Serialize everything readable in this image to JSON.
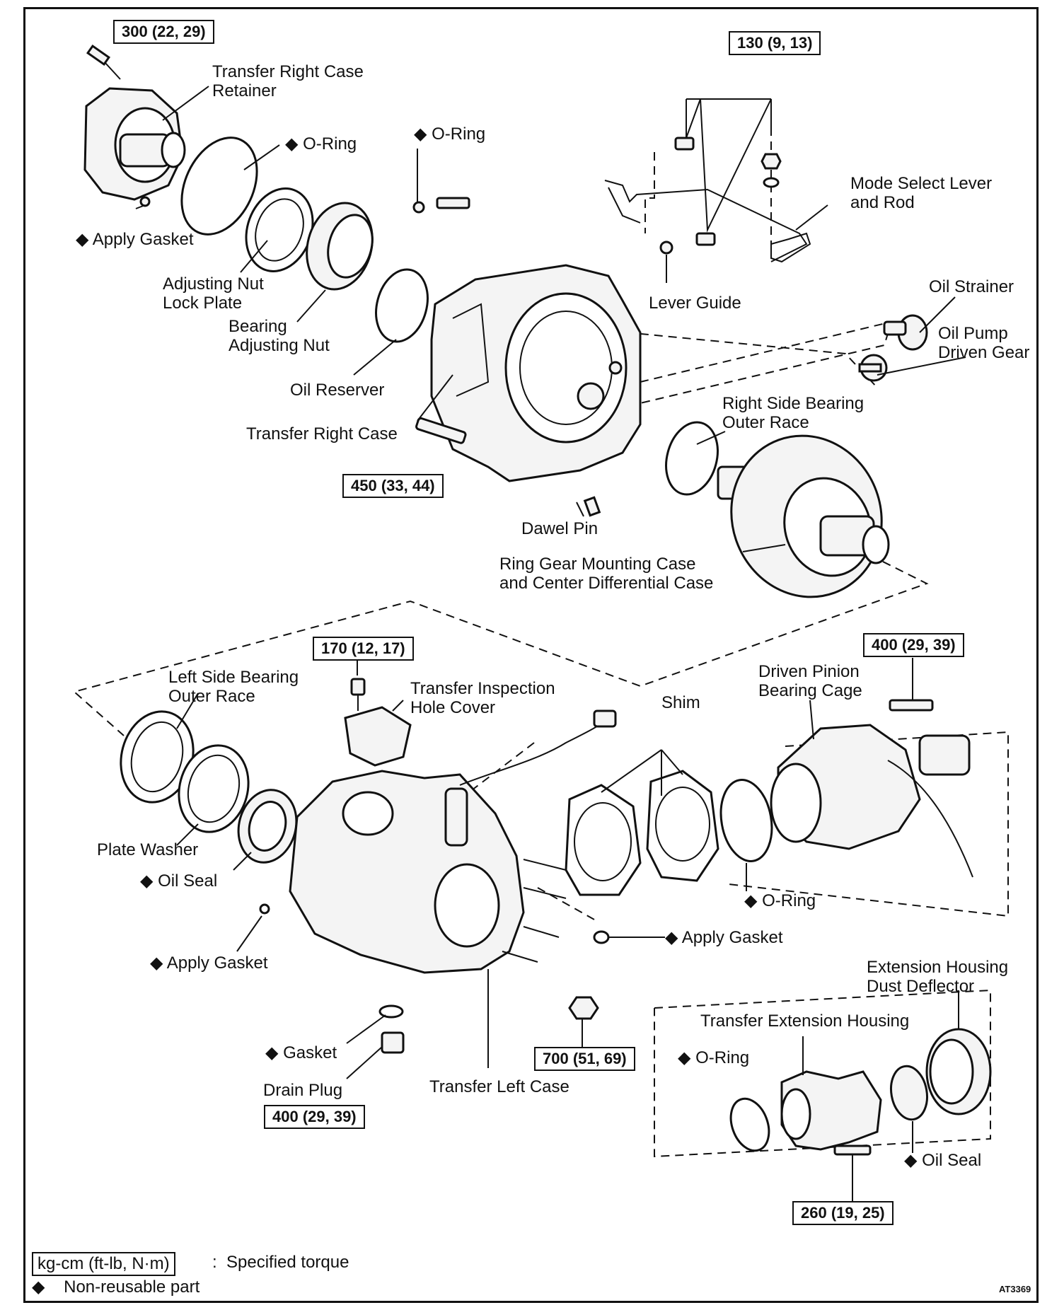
{
  "labels": {
    "right_case_retainer": "Transfer Right Case\nRetainer",
    "oring_1": "◆ O-Ring",
    "oring_2": "◆ O-Ring",
    "apply_gasket_1": "◆ Apply Gasket",
    "adjusting_nut_lock_plate": "Adjusting Nut\nLock Plate",
    "bearing_adjusting_nut": "Bearing\nAdjusting Nut",
    "oil_reserver": "Oil Reserver",
    "transfer_right_case": "Transfer Right Case",
    "mode_select_lever": "Mode Select Lever\nand Rod",
    "lever_guide": "Lever Guide",
    "oil_strainer": "Oil Strainer",
    "oil_pump_driven_gear": "Oil Pump\nDriven Gear",
    "right_side_bearing": "Right Side Bearing\nOuter Race",
    "dawel_pin": "Dawel Pin",
    "ring_gear_case": "Ring Gear Mounting Case\nand Center Differential Case",
    "left_side_bearing": "Left Side Bearing\nOuter Race",
    "inspection_cover": "Transfer Inspection\nHole Cover",
    "shim": "Shim",
    "driven_pinion": "Driven Pinion\nBearing Cage",
    "plate_washer": "Plate Washer",
    "oil_seal_1": "◆ Oil Seal",
    "oring_3": "◆ O-Ring",
    "apply_gasket_2": "◆ Apply Gasket",
    "apply_gasket_3": "◆ Apply Gasket",
    "dust_deflector": "Extension Housing\nDust Deflector",
    "extension_housing": "Transfer Extension Housing",
    "oring_4": "◆ O-Ring",
    "gasket": "◆ Gasket",
    "drain_plug": "Drain Plug",
    "transfer_left_case": "Transfer Left Case",
    "oil_seal_2": "◆ Oil Seal"
  },
  "torques": {
    "t300": "300 (22, 29)",
    "t130": "130 (9, 13)",
    "t450": "450 (33, 44)",
    "t170": "170 (12, 17)",
    "t400a": "400 (29, 39)",
    "t700": "700 (51, 69)",
    "t400b": "400 (29, 39)",
    "t260": "260 (19, 25)"
  },
  "legend": {
    "torque_unit": "kg-cm (ft-lb, N·m)",
    "torque_desc": ":  Specified torque",
    "nonreusable": "◆    Non-reusable part"
  },
  "figure_code": "AT3369"
}
